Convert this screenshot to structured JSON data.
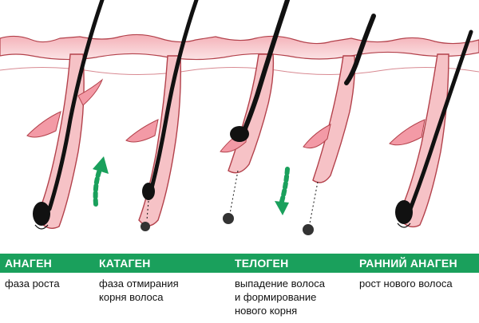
{
  "colors": {
    "skin_fill": "#f6c2c6",
    "skin_stroke": "#b3414b",
    "follicle": "#e86d7d",
    "hair": "#111111",
    "arrow": "#1aa05c",
    "bar": "#1aa05c"
  },
  "phases": [
    {
      "name": "АНАГЕН",
      "desc": [
        "фаза роста"
      ]
    },
    {
      "name": "КАТАГЕН",
      "desc": [
        "фаза отмирания",
        "корня волоса"
      ]
    },
    {
      "name": "ТЕЛОГЕН",
      "desc": [
        "выпадение волоса",
        "и формирование",
        "нового корня"
      ]
    },
    {
      "name": "РАННИЙ АНАГЕН",
      "desc": [
        "рост нового волоса"
      ]
    }
  ]
}
